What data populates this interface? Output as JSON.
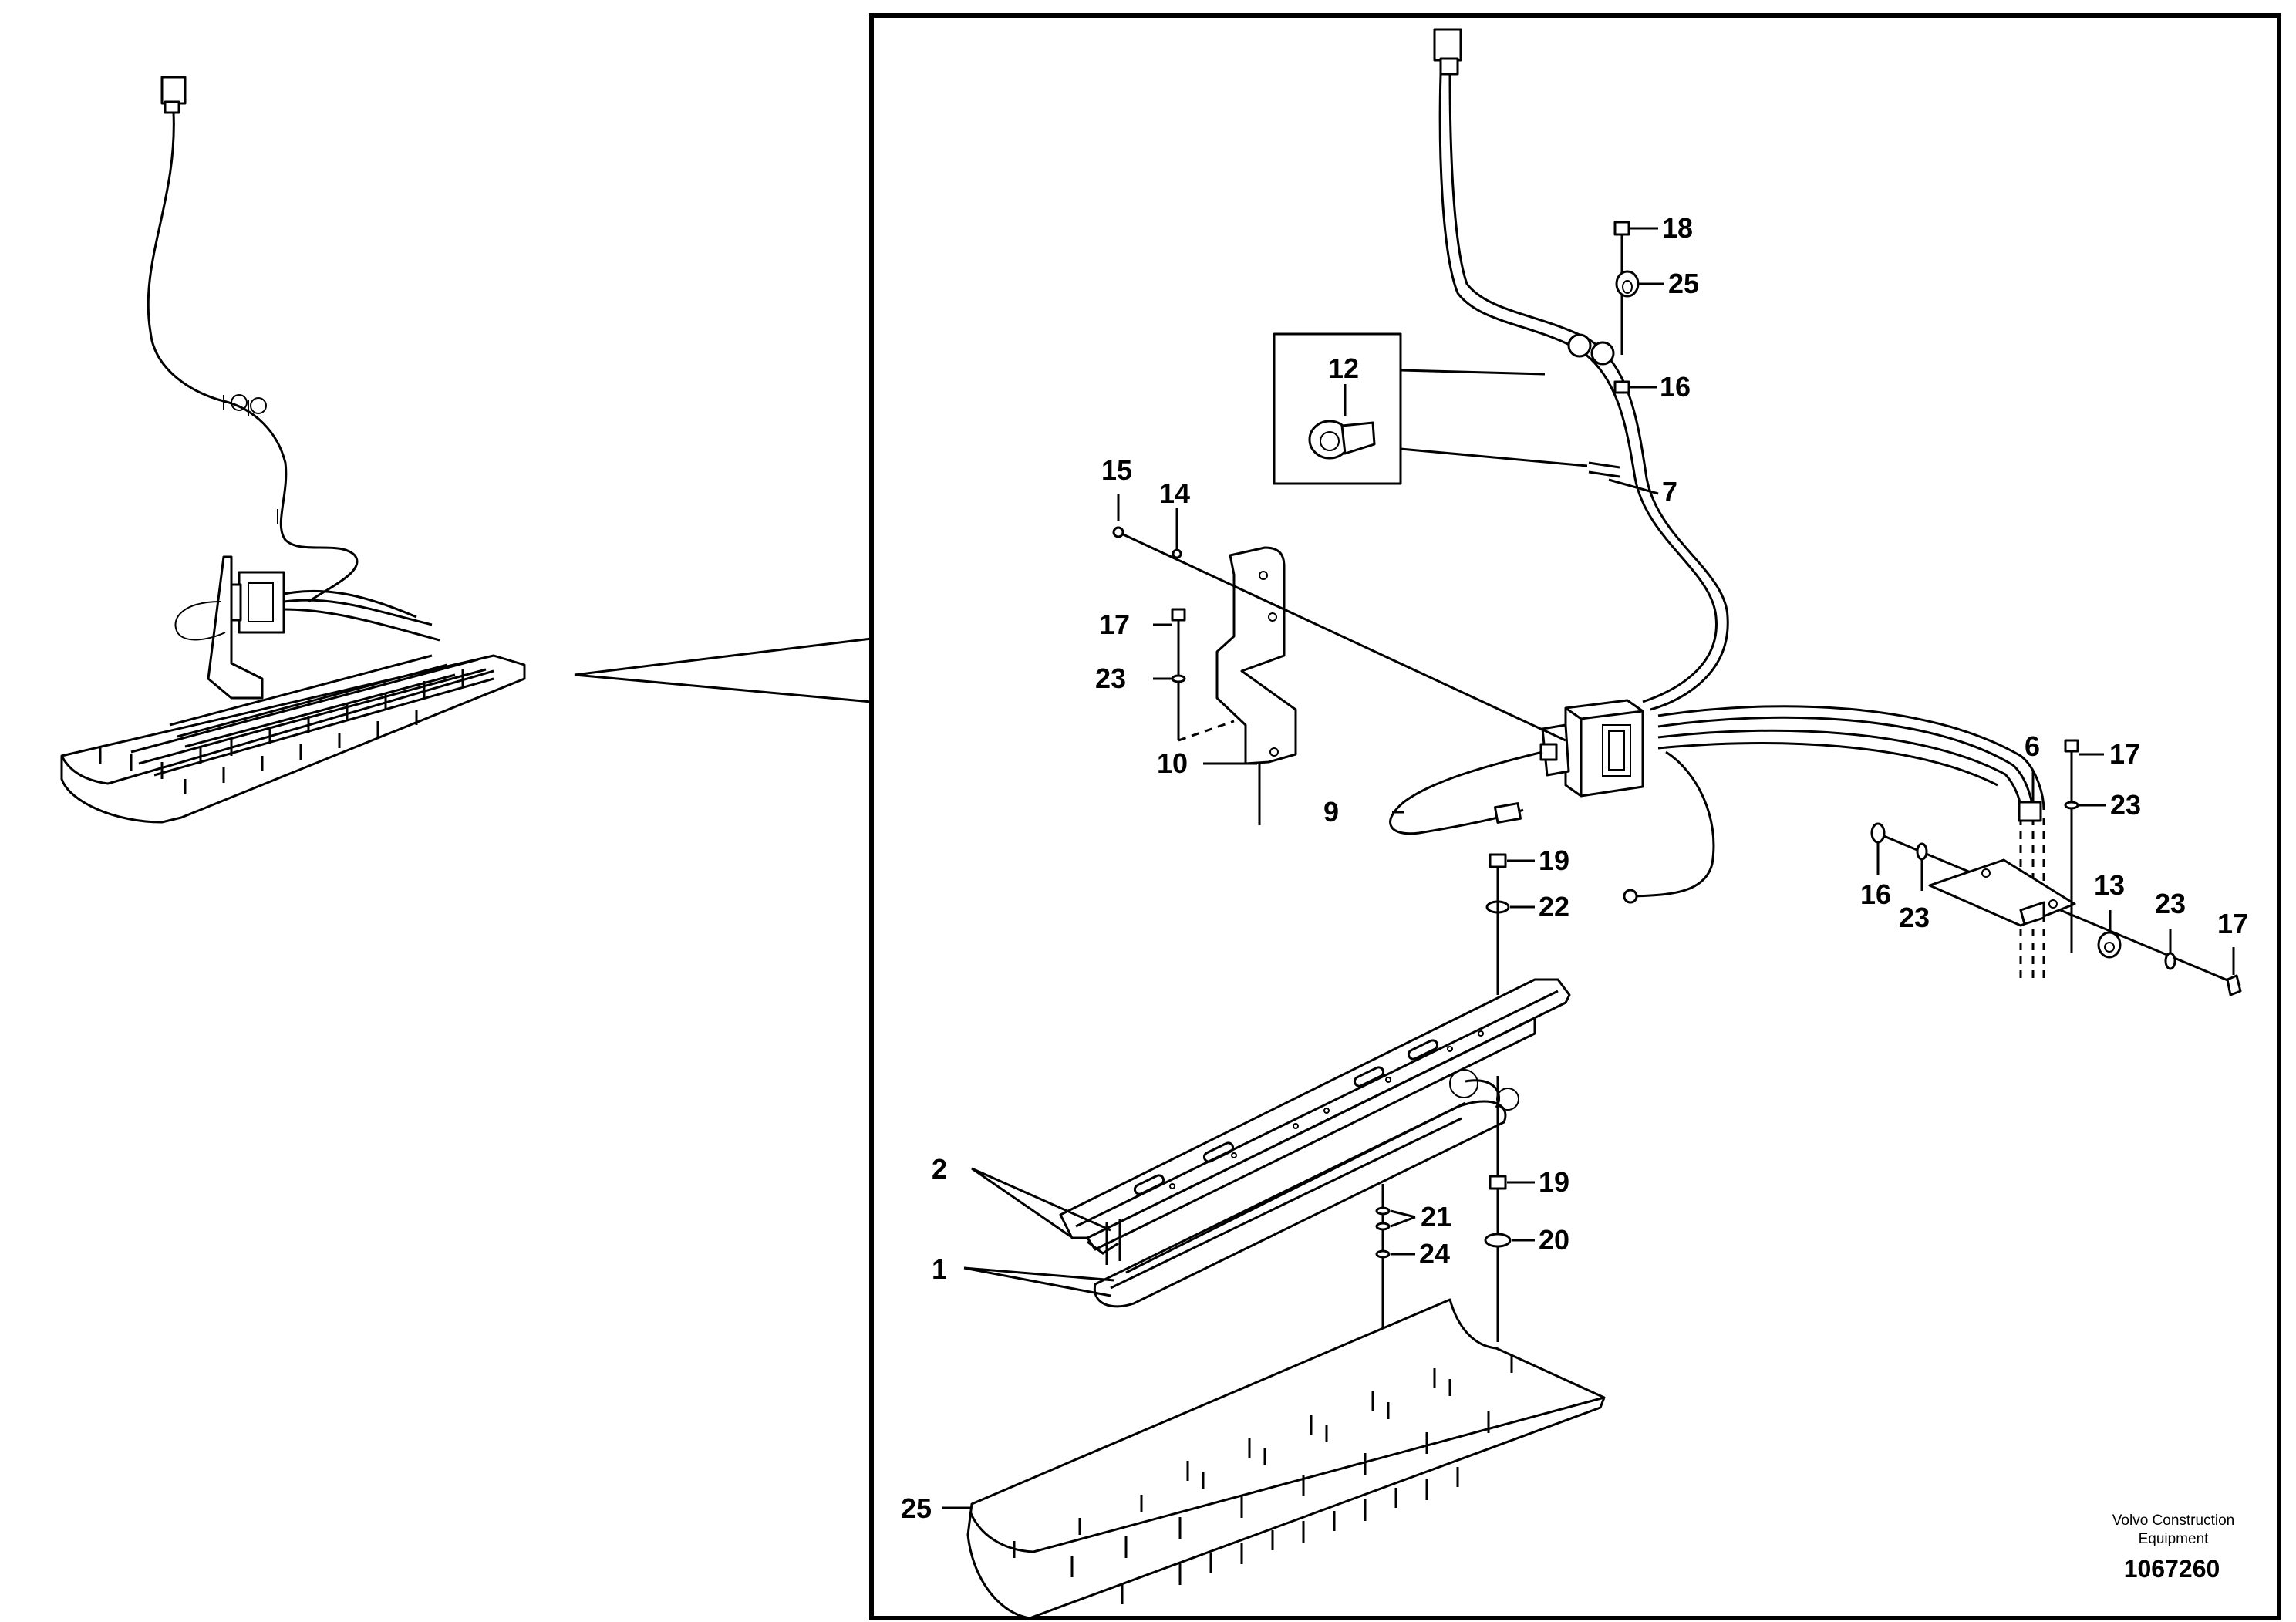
{
  "diagram": {
    "callouts": [
      {
        "id": "c18a",
        "text": "18"
      },
      {
        "id": "c25a",
        "text": "25"
      },
      {
        "id": "c16a",
        "text": "16"
      },
      {
        "id": "c12",
        "text": "12"
      },
      {
        "id": "c7",
        "text": "7"
      },
      {
        "id": "c15",
        "text": "15"
      },
      {
        "id": "c14",
        "text": "14"
      },
      {
        "id": "c17a",
        "text": "17"
      },
      {
        "id": "c23a",
        "text": "23"
      },
      {
        "id": "c10",
        "text": "10"
      },
      {
        "id": "c9",
        "text": "9"
      },
      {
        "id": "c6",
        "text": "6"
      },
      {
        "id": "c17b",
        "text": "17"
      },
      {
        "id": "c23b",
        "text": "23"
      },
      {
        "id": "c16b",
        "text": "16"
      },
      {
        "id": "c23c",
        "text": "23"
      },
      {
        "id": "c13",
        "text": "13"
      },
      {
        "id": "c23d",
        "text": "23"
      },
      {
        "id": "c17c",
        "text": "17"
      },
      {
        "id": "c19a",
        "text": "19"
      },
      {
        "id": "c22",
        "text": "22"
      },
      {
        "id": "c2",
        "text": "2"
      },
      {
        "id": "c19b",
        "text": "19"
      },
      {
        "id": "c21",
        "text": "21"
      },
      {
        "id": "c24",
        "text": "24"
      },
      {
        "id": "c20",
        "text": "20"
      },
      {
        "id": "c1",
        "text": "1"
      },
      {
        "id": "c25b",
        "text": "25"
      }
    ],
    "brand_line1": "Volvo Construction",
    "brand_line2": "Equipment",
    "document_number": "1067260"
  }
}
